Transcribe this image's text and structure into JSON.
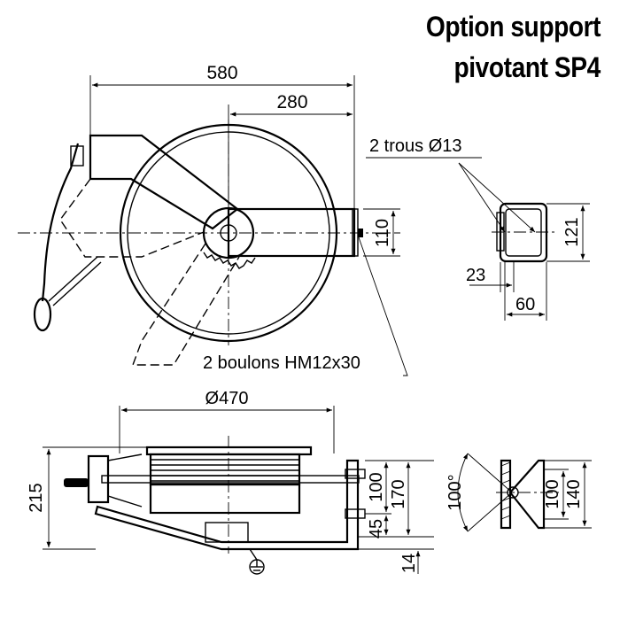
{
  "title": {
    "line1": "Option support",
    "line2": "pivotant SP4"
  },
  "front_view": {
    "dim_overall_width": "580",
    "dim_arm_length": "280",
    "dim_arm_height": "110",
    "label_bolts": "2 boulons HM12x30"
  },
  "bracket_detail": {
    "label_holes": "2 trous Ø13",
    "dim_height": "121",
    "dim_offset": "23",
    "dim_width": "60"
  },
  "side_view": {
    "dim_diameter": "Ø470",
    "dim_total_height": "215",
    "dim_hole_spacing": "100",
    "dim_height_170": "170",
    "dim_height_45": "45",
    "dim_base": "14"
  },
  "pivot_detail": {
    "dim_angle": "100°",
    "dim_hole_spacing": "100",
    "dim_height": "140"
  },
  "colors": {
    "line": "#000000",
    "background": "#ffffff"
  }
}
